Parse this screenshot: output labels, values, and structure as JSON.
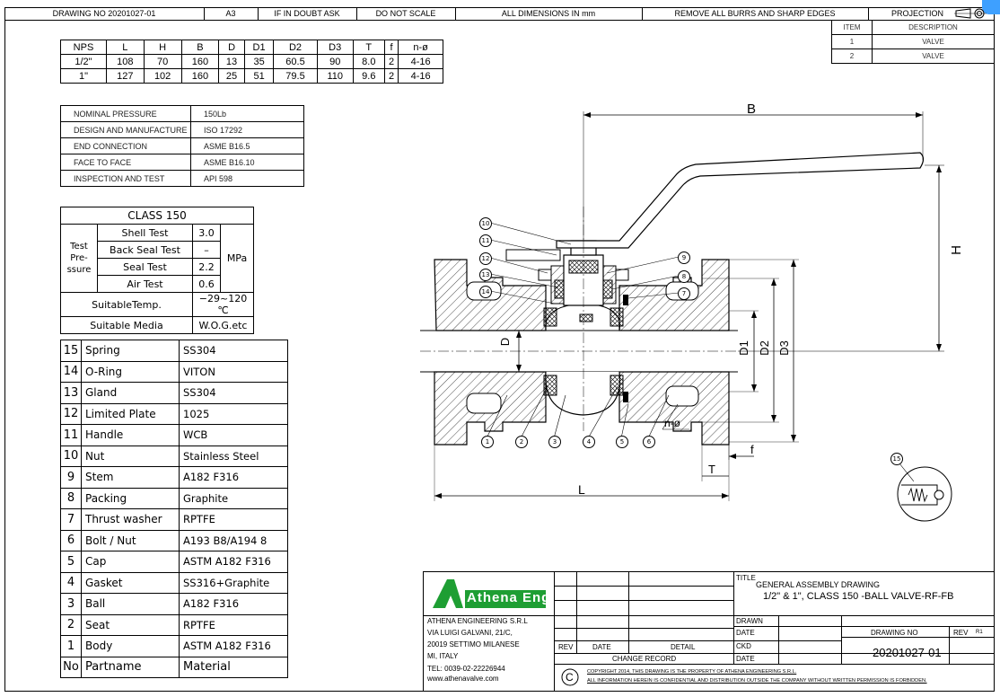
{
  "header": {
    "drawing_no": "DRAWING NO 20201027-01",
    "sheet": "A3",
    "doubt": "IF IN DOUBT ASK",
    "scale": "DO NOT SCALE",
    "dims": "ALL DIMENSIONS IN mm",
    "burrs": "REMOVE ALL BURRS AND SHARP EDGES",
    "projection": "PROJECTION"
  },
  "items_table": {
    "headers": [
      "ITEM",
      "DESCRIPTION"
    ],
    "rows": [
      [
        "1",
        "VALVE"
      ],
      [
        "2",
        "VALVE"
      ]
    ]
  },
  "dimensions_table": {
    "headers": [
      "NPS",
      "L",
      "H",
      "B",
      "D",
      "D1",
      "D2",
      "D3",
      "T",
      "f",
      "n-ø"
    ],
    "rows": [
      [
        "1/2\"",
        "108",
        "70",
        "160",
        "13",
        "35",
        "60.5",
        "90",
        "8.0",
        "2",
        "4-16"
      ],
      [
        "1\"",
        "127",
        "102",
        "160",
        "25",
        "51",
        "79.5",
        "110",
        "9.6",
        "2",
        "4-16"
      ]
    ]
  },
  "spec_table": {
    "rows": [
      [
        "NOMINAL PRESSURE",
        "150Lb"
      ],
      [
        "DESIGN AND MANUFACTURE",
        "ISO 17292"
      ],
      [
        "END CONNECTION",
        "ASME B16.5"
      ],
      [
        "FACE TO FACE",
        "ASME B16.10"
      ],
      [
        "INSPECTION AND TEST",
        "API 598"
      ]
    ]
  },
  "class_table": {
    "title": "CLASS 150",
    "group_label": "Test Pre- ssure",
    "unit": "MPa",
    "tests": [
      [
        "Shell Test",
        "3.0"
      ],
      [
        "Back Seal Test",
        "–"
      ],
      [
        "Seal Test",
        "2.2"
      ],
      [
        "Air Test",
        "0.6"
      ]
    ],
    "temp_label": "SuitableTemp.",
    "temp_value": "−29~120 ℃",
    "media_label": "Suitable Media",
    "media_value": "W.O.G.etc"
  },
  "parts_table": {
    "rows": [
      [
        "15",
        "Spring",
        "SS304"
      ],
      [
        "14",
        "O-Ring",
        "VITON"
      ],
      [
        "13",
        "Gland",
        "SS304"
      ],
      [
        "12",
        "Limited Plate",
        "1025"
      ],
      [
        "11",
        "Handle",
        "WCB"
      ],
      [
        "10",
        "Nut",
        "Stainless Steel"
      ],
      [
        "9",
        "Stem",
        "A182 F316"
      ],
      [
        "8",
        "Packing",
        "Graphite"
      ],
      [
        "7",
        "Thrust washer",
        "RPTFE"
      ],
      [
        "6",
        "Bolt / Nut",
        "A193 B8/A194 8"
      ],
      [
        "5",
        "Cap",
        "ASTM A182 F316"
      ],
      [
        "4",
        "Gasket",
        "SS316+Graphite"
      ],
      [
        "3",
        "Ball",
        "A182 F316"
      ],
      [
        "2",
        "Seat",
        "RPTFE"
      ],
      [
        "1",
        "Body",
        "ASTM A182 F316"
      ]
    ],
    "footer": [
      "No",
      "Partname",
      "Material"
    ]
  },
  "drawing": {
    "dim_B": "B",
    "dim_H": "H",
    "dim_D": "D",
    "dim_D1": "D1",
    "dim_D2": "D2",
    "dim_D3": "D3",
    "dim_L": "L",
    "dim_T": "T",
    "dim_f": "f",
    "dim_n": "n-ø",
    "balloons_bottom": [
      "1",
      "2",
      "3",
      "4",
      "5",
      "6"
    ],
    "balloons_top_left": [
      "10",
      "11",
      "12",
      "13",
      "14"
    ],
    "balloons_top_right": [
      "9",
      "8",
      "7"
    ],
    "balloon_spring": "15"
  },
  "title_block": {
    "logo_text": "Athena Eng",
    "company": "ATHENA ENGINEERING S.R.L",
    "address1": "VIA LUIGI GALVANI, 21/C,",
    "address2": "20019 SETTIMO MILANESE",
    "address3": "MI, ITALY",
    "tel": "TEL: 0039-02-22226944",
    "web": "www.athenavalve.com",
    "title_label": "TITLE",
    "title_line1": "GENERAL ASSEMBLY DRAWING",
    "title_line2": "1/2\" & 1\", CLASS 150 -BALL VALVE-RF-FB",
    "drawn": "DRAWN",
    "date1": "DATE",
    "ckd": "CKD",
    "date2": "DATE",
    "rev": "REV",
    "date_col": "DATE",
    "detail": "DETAIL",
    "change_record": "CHANGE RECORD",
    "drawing_no_label": "DRAWING NO",
    "rev_label": "REV",
    "rev_value": "R1",
    "drawing_no": "20201027-01",
    "copyright1": "COPYRIGHT 2014, THIS DRAWING IS THE PROPERTY OF ATHENA ENGINEERING S.R.L.",
    "copyright2": "ALL INFORMATION HEREIN IS CONFIDENTIAL AND DISTRIBUTION OUTSIDE THE COMPANY WITHOUT WRITTEN PERMISSION IS FORBIDDEN.",
    "copyright_symbol": "C"
  },
  "colors": {
    "logo_green": "#1e9e33",
    "corner_badge": "#3ea0ff"
  }
}
